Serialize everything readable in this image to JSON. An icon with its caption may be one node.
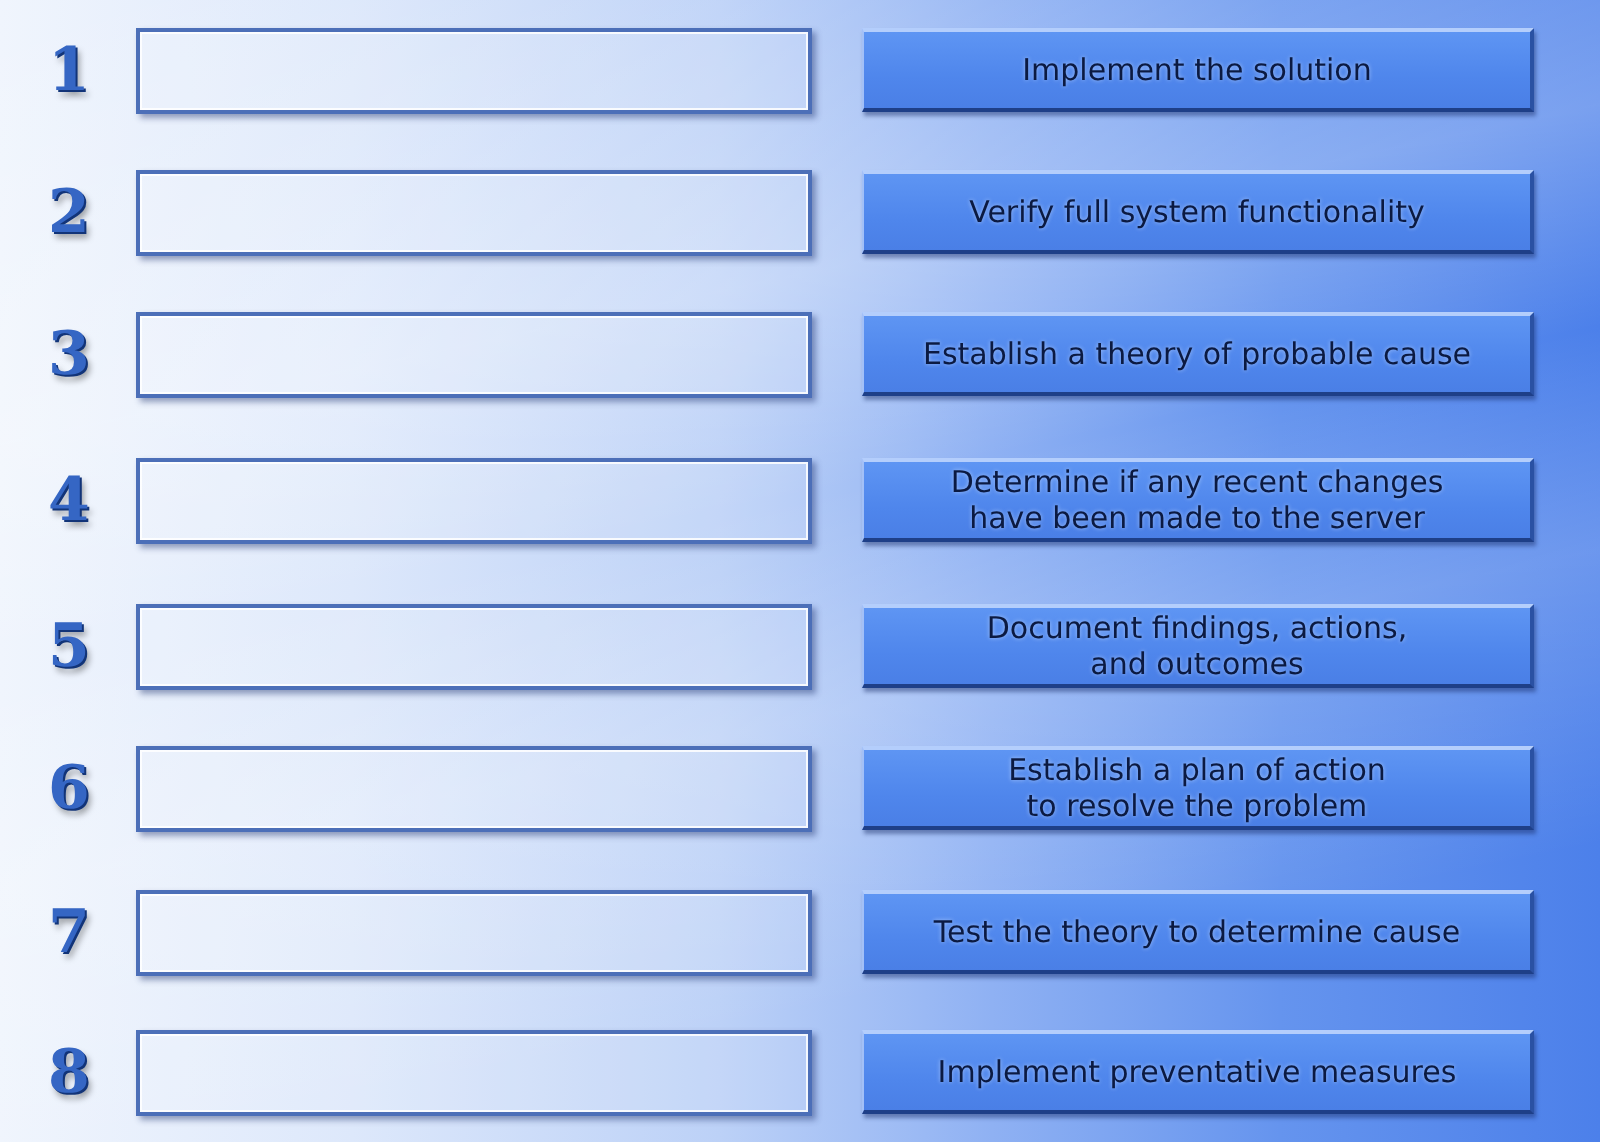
{
  "diagram": {
    "nodes": [
      {
        "text": [],
        "shape": "box",
        "beside": [
          "1"
        ]
      },
      {
        "text": [
          "Implement the solution"
        ]
      },
      {
        "text": [],
        "shape": "box",
        "beside": [
          "2"
        ]
      },
      {
        "text": [
          "Verify full system functionality"
        ]
      },
      {
        "text": [],
        "shape": "box",
        "beside": [
          "3"
        ]
      },
      {
        "text": [
          "Establish a theory of probable cause"
        ]
      },
      {
        "text": [],
        "shape": "box",
        "beside": [
          "4"
        ]
      },
      {
        "text": [
          "Determine if any recent changes have been made to the server"
        ]
      },
      {
        "text": [],
        "shape": "box",
        "beside": [
          "5"
        ]
      },
      {
        "text": [
          "Document findings, actions, and outcomes"
        ]
      },
      {
        "text": [],
        "shape": "box",
        "beside": [
          "6"
        ]
      },
      {
        "text": [
          "Establish a plan of action to resolve the problem"
        ]
      },
      {
        "text": [],
        "shape": "box",
        "beside": [
          "7"
        ]
      },
      {
        "text": [
          "Test the theory to determine cause"
        ]
      },
      {
        "text": [],
        "shape": "box",
        "beside": [
          "8"
        ]
      },
      {
        "text": [
          "Implement preventative measures"
        ]
      }
    ]
  }
}
